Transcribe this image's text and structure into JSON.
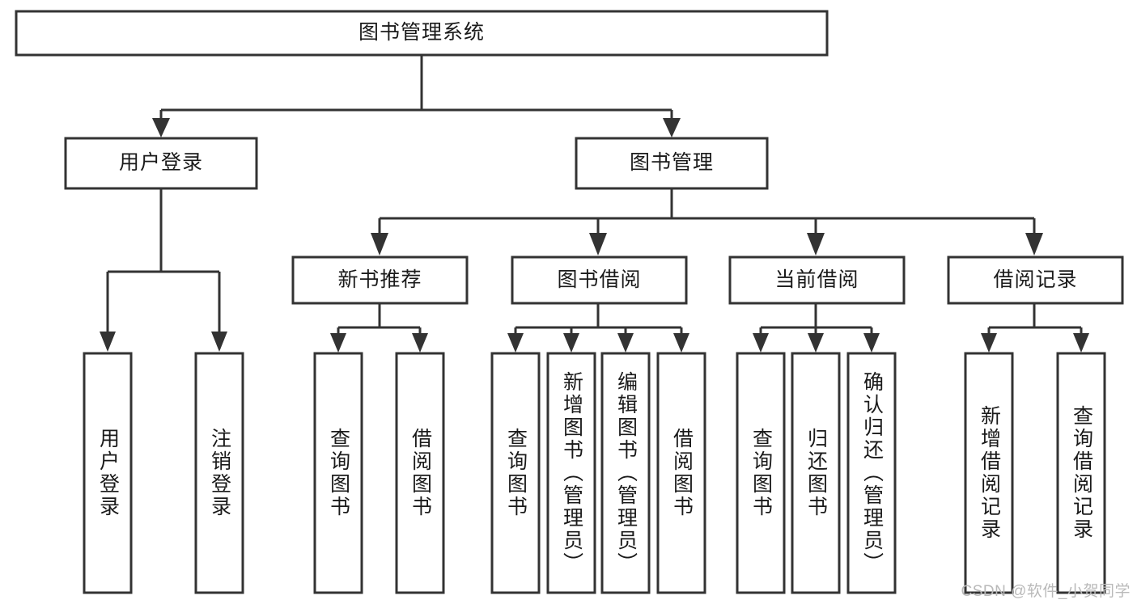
{
  "diagram": {
    "type": "hierarchy-tree",
    "title": "图书管理系统",
    "watermark": "CSDN @软件_小贺同学",
    "colors": {
      "stroke": "#333333",
      "fill": "#ffffff",
      "text": "#1a1a1a",
      "watermark": "#b9b9b9"
    },
    "levels": 4,
    "root": {
      "label": "图书管理系统",
      "orientation": "horizontal"
    },
    "level2": [
      {
        "label": "用户登录",
        "orientation": "horizontal"
      },
      {
        "label": "图书管理",
        "orientation": "horizontal"
      }
    ],
    "level3": [
      {
        "label": "新书推荐",
        "orientation": "horizontal",
        "parent": "图书管理"
      },
      {
        "label": "图书借阅",
        "orientation": "horizontal",
        "parent": "图书管理"
      },
      {
        "label": "当前借阅",
        "orientation": "horizontal",
        "parent": "图书管理"
      },
      {
        "label": "借阅记录",
        "orientation": "horizontal",
        "parent": "图书管理"
      }
    ],
    "leaves": {
      "user_login": [
        {
          "label": "用户登录",
          "orientation": "vertical"
        },
        {
          "label": "注销登录",
          "orientation": "vertical"
        }
      ],
      "new_book_recommend": [
        {
          "label": "查询图书",
          "orientation": "vertical"
        },
        {
          "label": "借阅图书",
          "orientation": "vertical"
        }
      ],
      "book_borrow": [
        {
          "label": "查询图书",
          "orientation": "vertical"
        },
        {
          "label": "新增图书（管理员）",
          "orientation": "vertical"
        },
        {
          "label": "编辑图书（管理员）",
          "orientation": "vertical"
        },
        {
          "label": "借阅图书",
          "orientation": "vertical"
        }
      ],
      "current_borrow": [
        {
          "label": "查询图书",
          "orientation": "vertical"
        },
        {
          "label": "归还图书",
          "orientation": "vertical"
        },
        {
          "label": "确认归还（管理员）",
          "orientation": "vertical"
        }
      ],
      "borrow_record": [
        {
          "label": "新增借阅记录",
          "orientation": "vertical"
        },
        {
          "label": "查询借阅记录",
          "orientation": "vertical"
        }
      ]
    }
  }
}
